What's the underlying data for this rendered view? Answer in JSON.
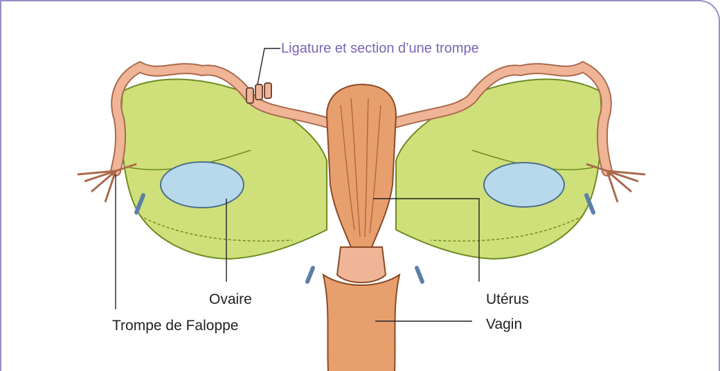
{
  "labels": {
    "ligature": "Ligature et section d’une trompe",
    "ovaire": "Ovaire",
    "trompe": "Trompe de Faloppe",
    "uterus": "Utérus",
    "vagin": "Vagin"
  },
  "colors": {
    "frame": "#9a8ec2",
    "title_text": "#7a64b4",
    "tube": "#f0b496",
    "ligament": "#cfe07a",
    "ovary": "#b8d8ec",
    "uterus_muscle": "#e89f6e",
    "vessel": "#5b7fa8"
  }
}
